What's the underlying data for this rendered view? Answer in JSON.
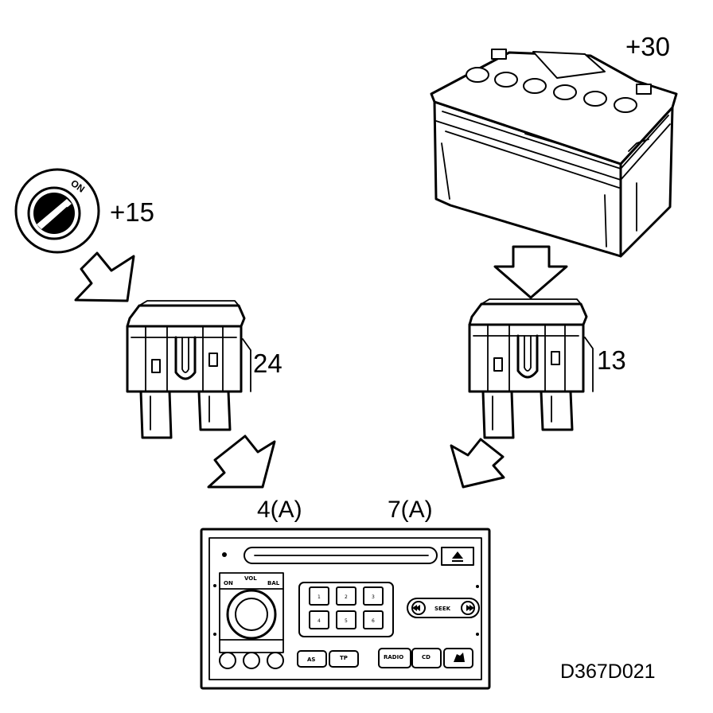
{
  "battery": {
    "label": "+30"
  },
  "ignition": {
    "label": "+15",
    "switch_text": "ON"
  },
  "fuses": [
    {
      "label": "24"
    },
    {
      "label": "13"
    }
  ],
  "connectors": [
    {
      "label": "4(A)"
    },
    {
      "label": "7(A)"
    }
  ],
  "radio": {
    "left_panel": {
      "top_left": "ON",
      "top_mid": "VOL",
      "top_right": "BAL"
    },
    "presets": [
      "1",
      "2",
      "3",
      "4",
      "5",
      "6"
    ],
    "seek_label": "SEEK",
    "bottom_buttons": [
      "AS",
      "TP",
      "RADIO",
      "CD"
    ]
  },
  "figure_code": "D367D021"
}
